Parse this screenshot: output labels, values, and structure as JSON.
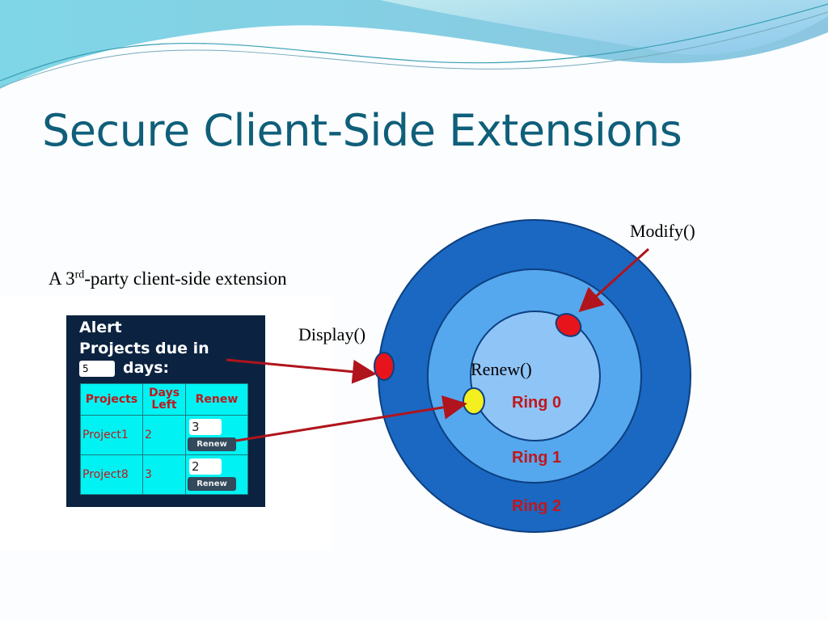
{
  "title": "Secure Client-Side Extensions",
  "caption": {
    "prefix": "A 3",
    "sup": "rd",
    "suffix": "-party client-side extension"
  },
  "labels": {
    "modify": "Modify()",
    "display": "Display()",
    "renew": "Renew()"
  },
  "rings": [
    "Ring 0",
    "Ring 1",
    "Ring 2"
  ],
  "widget": {
    "alert": "Alert",
    "line1": "Projects due in",
    "days_value": "5",
    "line2": "days:",
    "headers": [
      "Projects",
      "Days Left",
      "Renew"
    ],
    "rows": [
      {
        "project": "Project1",
        "days": "2",
        "renew_value": "3",
        "button": "Renew"
      },
      {
        "project": "Project8",
        "days": "3",
        "renew_value": "2",
        "button": "Renew"
      }
    ]
  },
  "colors": {
    "ring2": "#1a68c2",
    "ring1": "#55a8ee",
    "ring0": "#8fc4f6",
    "arrow": "#b0141c",
    "title": "#0f5f7a"
  }
}
